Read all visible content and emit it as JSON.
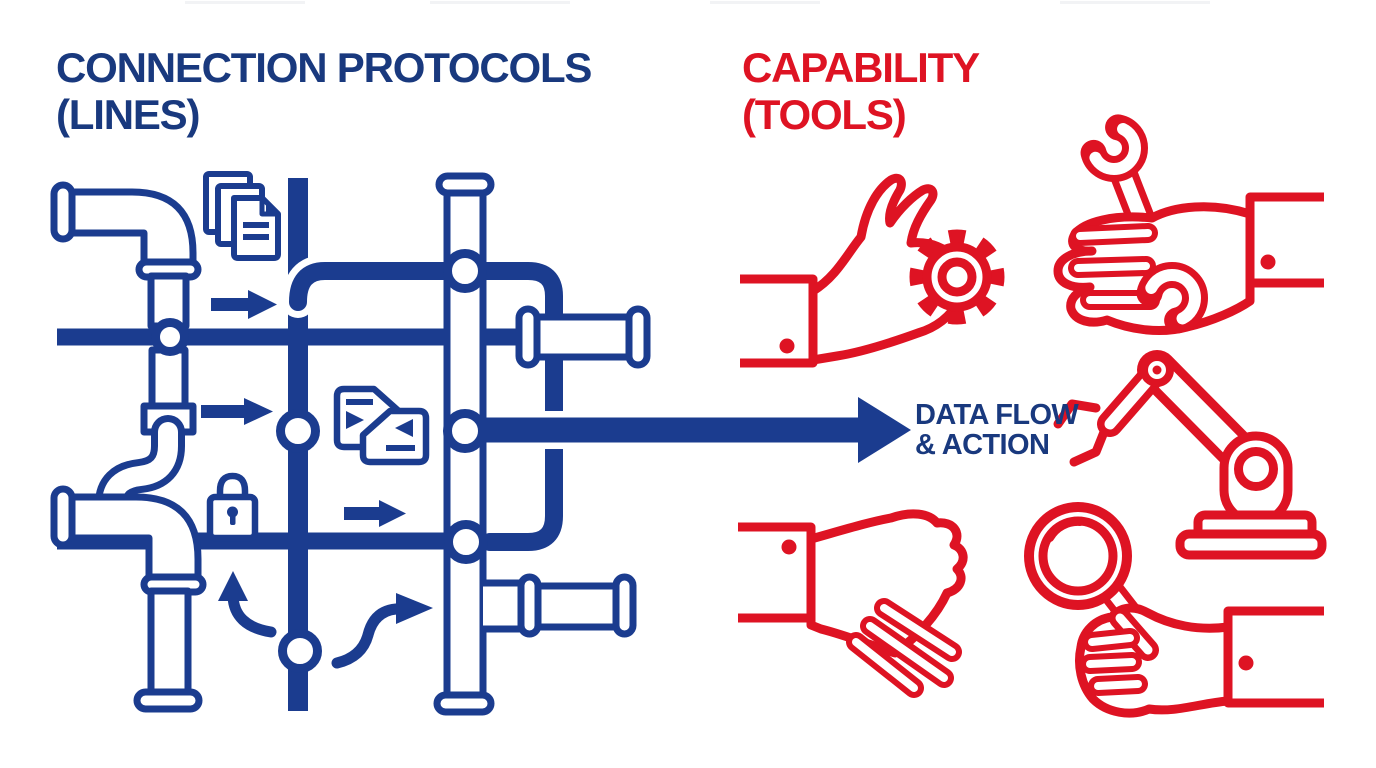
{
  "titles": {
    "left": {
      "line1": "CONNECTION PROTOCOLS",
      "line2": "(LINES)"
    },
    "right": {
      "line1": "CAPABILITY",
      "line2": "(TOOLS)"
    }
  },
  "flow_label": {
    "line1": "DATA FLOW",
    "line2": "& ACTION"
  },
  "colors": {
    "blue": "#1B3C8F",
    "red": "#DE1323",
    "background": "#FFFFFF"
  },
  "left_panel": {
    "description_icons": [
      "pipe-network",
      "documents-icon",
      "lock-icon",
      "tags-icon",
      "junction-node",
      "right-arrow",
      "curved-up-arrow",
      "s-curve-arrow"
    ]
  },
  "right_panel": {
    "description_icons": [
      "hand-holding-gear-icon",
      "hand-holding-wrench-icon",
      "robot-arm-icon",
      "reaching-hand-icon",
      "hand-holding-magnifier-icon"
    ]
  }
}
